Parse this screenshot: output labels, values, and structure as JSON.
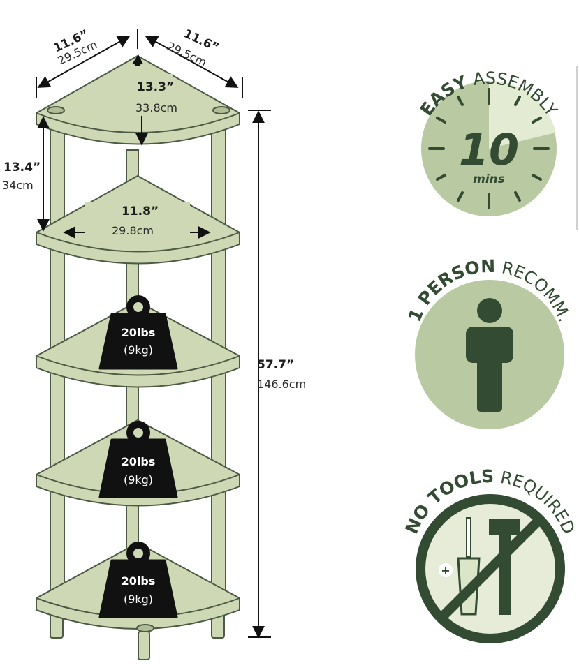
{
  "dimensions": {
    "left_depth_in": "11.6”",
    "left_depth_cm": "29.5cm",
    "right_depth_in": "11.6”",
    "right_depth_cm": "29.5cm",
    "diagonal_in": "13.3”",
    "diagonal_cm": "33.8cm",
    "shelf_gap_in": "13.4”",
    "shelf_gap_cm": "34cm",
    "shelf_width_in": "11.8”",
    "shelf_width_cm": "29.8cm",
    "height_in": "57.7”",
    "height_cm": "146.6cm"
  },
  "weight_badges": [
    {
      "line1": "20lbs",
      "line2": "(9kg)"
    },
    {
      "line1": "20lbs",
      "line2": "(9kg)"
    },
    {
      "line1": "20lbs",
      "line2": "(9kg)"
    }
  ],
  "features": {
    "assembly": {
      "bold": "EASY",
      "light": "ASSEMBLY",
      "minutes": "10",
      "unit": "mins"
    },
    "person": {
      "bold": "1 PERSON",
      "light": "RECOMM."
    },
    "tools": {
      "bold": "NO TOOLS",
      "light": "REQUIRED"
    }
  },
  "colors": {
    "shelf_fill": "#ced8b4",
    "outline": "#4c5944",
    "circle_fill": "#b9caa2",
    "dark_green": "#334a33",
    "weight_fill": "#111111"
  }
}
